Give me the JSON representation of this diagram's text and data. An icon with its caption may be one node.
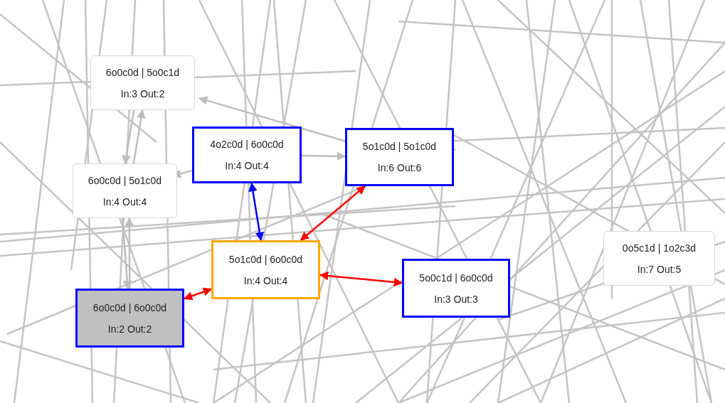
{
  "diagram": {
    "nodes": [
      {
        "text": [
          "6o0c0d | 5o0c1d",
          "In:3 Out:2"
        ]
      },
      {
        "text": [
          "4o2c0d | 6o0c0d",
          "In:4 Out:4"
        ]
      },
      {
        "text": [
          "5o1c0d | 5o1c0d",
          "In:6 Out:6"
        ]
      },
      {
        "text": [
          "6o0c0d | 5o1c0d",
          "In:4 Out:4"
        ]
      },
      {
        "text": [
          "5o1c0d | 6o0c0d",
          "In:4 Out:4"
        ]
      },
      {
        "text": [
          "0o5c1d | 1o2c3d",
          "In:7 Out:5"
        ]
      },
      {
        "text": [
          "5o0c1d | 6o0c0d",
          "In:3 Out:3"
        ]
      },
      {
        "text": [
          "6o0c0d | 6o0c0d",
          "In:2 Out:2"
        ]
      }
    ],
    "edges": [
      {
        "from": 3,
        "to": 0,
        "arrow": "to"
      },
      {
        "from": 0,
        "to": 3,
        "arrow": "to"
      },
      {
        "from": 2,
        "to": 0,
        "arrow": "to"
      },
      {
        "from": 1,
        "to": 3,
        "arrow": "to"
      },
      {
        "from": 1,
        "to": 2,
        "arrow": "to"
      },
      {
        "from": 3,
        "to": 7,
        "arrow": "to"
      },
      {
        "from": 7,
        "to": 3,
        "arrow": "to"
      },
      {
        "from": 4,
        "to": 1,
        "arrow": "both",
        "color": "#0000ff"
      },
      {
        "from": 4,
        "to": 2,
        "arrow": "both",
        "color": "#ff0000"
      },
      {
        "from": 4,
        "to": 6,
        "arrow": "both",
        "color": "#ff0000"
      },
      {
        "from": 7,
        "to": 4,
        "arrow": "both",
        "color": "#ff0000"
      }
    ]
  }
}
